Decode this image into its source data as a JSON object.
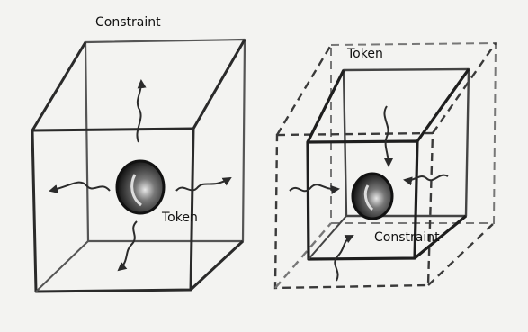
{
  "left_figure": {
    "outer_label": "Constraint",
    "inner_label": "Token"
  },
  "right_figure": {
    "outer_label": "Token",
    "inner_label": "Constraint"
  }
}
